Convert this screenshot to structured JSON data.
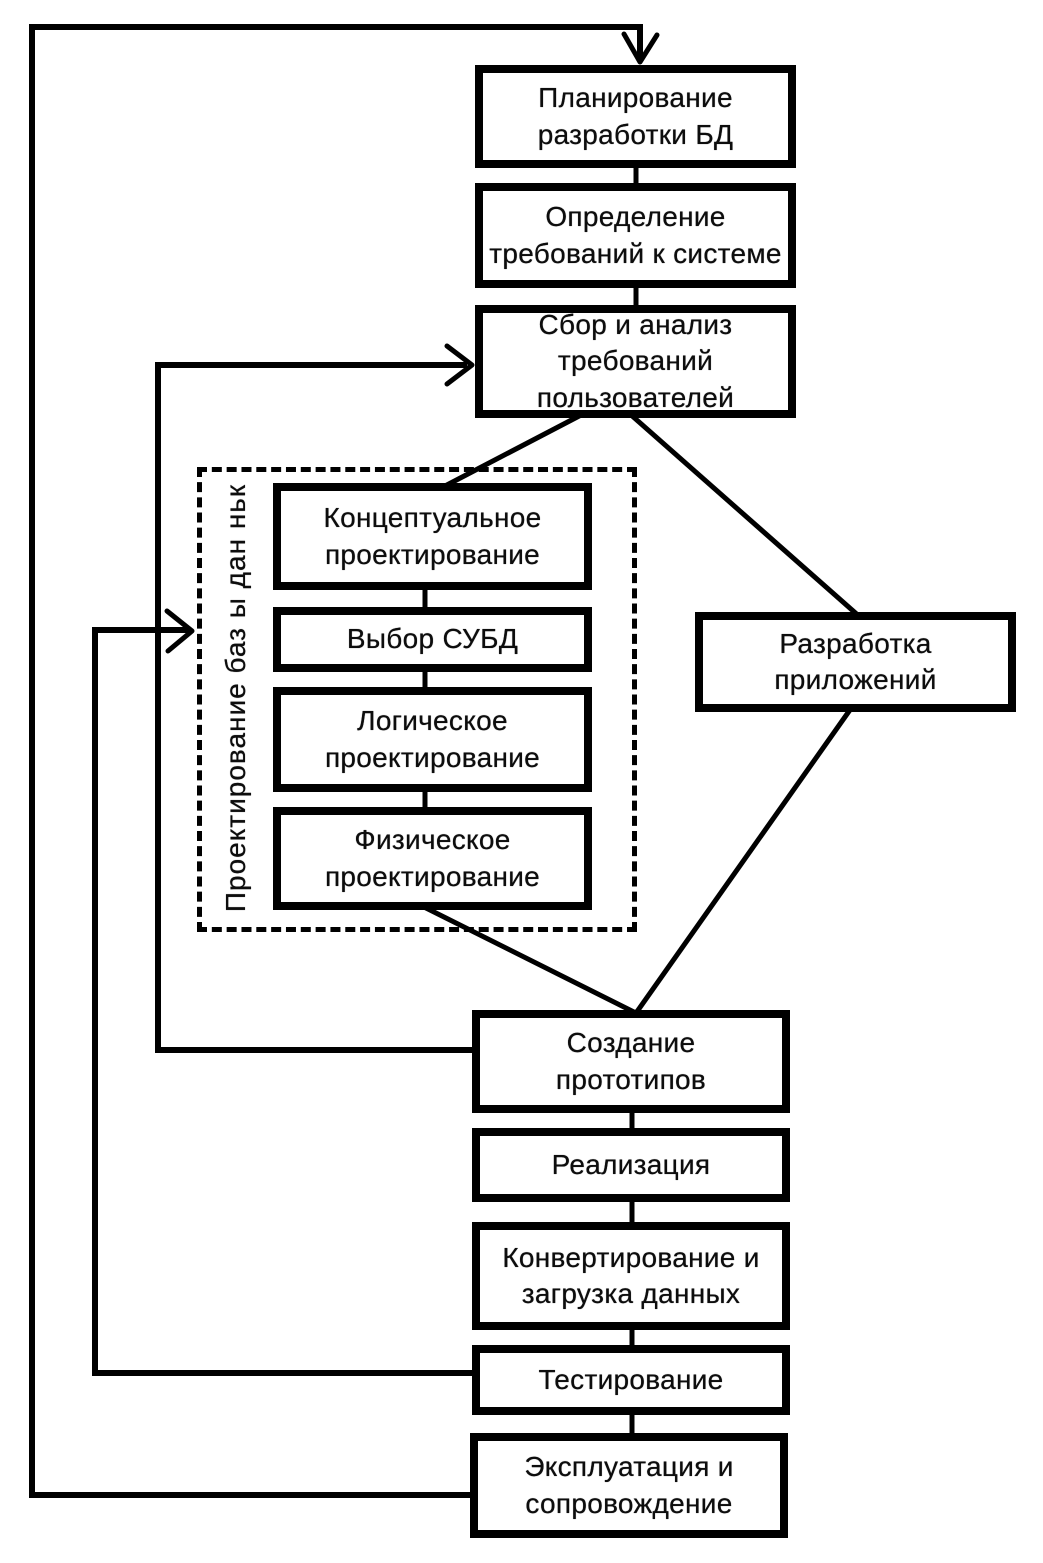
{
  "diagram": {
    "title": "Database development lifecycle flowchart (scanned)",
    "colors": {
      "line": "#000000",
      "background": "#ffffff",
      "text": "#0d0d0d"
    },
    "boxes": {
      "planning": {
        "label": "Планирование\nразработки БД"
      },
      "requirements": {
        "label": "Определение\nтребований к системе"
      },
      "collection": {
        "label": "Сбор и анализ\nтребований\nпользователей"
      },
      "conceptual": {
        "label": "Концептуальное\nпроектирование"
      },
      "dbms": {
        "label": "Выбор СУБД"
      },
      "logical": {
        "label": "Логическое\nпроектирование"
      },
      "physical": {
        "label": "Физическое\nпроектирование"
      },
      "appdev": {
        "label": "Разработка\nприложений"
      },
      "prototyping": {
        "label": "Создание\nпрототипов"
      },
      "realization": {
        "label": "Реализация"
      },
      "conversion": {
        "label": "Конвертирование и\nзагрузка данных"
      },
      "testing": {
        "label": "Тестирование"
      },
      "operation": {
        "label": "Эксплуатация и\nсопровождение"
      }
    },
    "design_group": {
      "label": "Проектирование баз ы дан ньк"
    }
  }
}
